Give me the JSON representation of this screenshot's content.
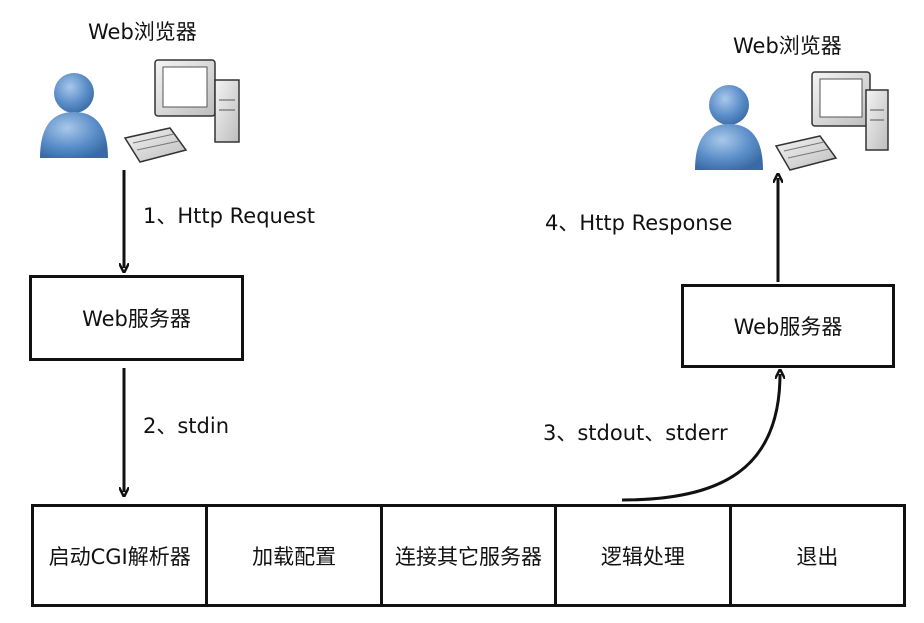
{
  "client_left": {
    "title": "Web浏览器"
  },
  "client_right": {
    "title": "Web浏览器"
  },
  "server_left": {
    "label": "Web服务器"
  },
  "server_right": {
    "label": "Web服务器"
  },
  "steps": {
    "request": "1、Http Request",
    "stdin": "2、stdin",
    "stdout": "3、stdout、stderr",
    "response": "4、Http Response"
  },
  "stages": [
    {
      "label": "启动CGI解析器"
    },
    {
      "label": "加载配置"
    },
    {
      "label": "连接其它服务器"
    },
    {
      "label": "逻辑处理"
    },
    {
      "label": "退出"
    }
  ],
  "colors": {
    "user": "#5b8ec9",
    "line": "#111111"
  }
}
